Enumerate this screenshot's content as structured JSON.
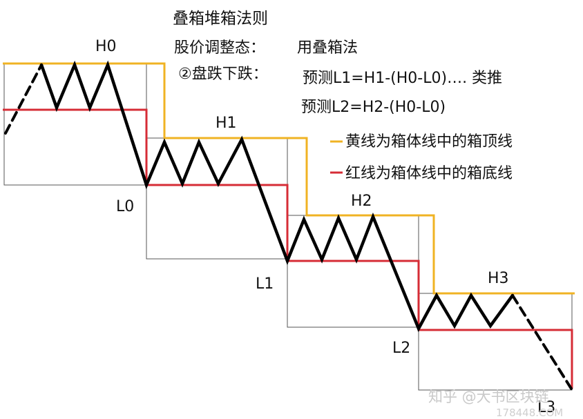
{
  "title": "叠箱堆箱法则",
  "notes": {
    "state_label": "股价调整态：",
    "state_method": "用叠箱法",
    "case_label": "②盘跌下跌：",
    "formula1": "预测L1=H1-(H0-L0)…. 类推",
    "formula2": "预测L2=H2-(H0-L0)"
  },
  "legend": {
    "yellow": "黄线为箱体线中的箱顶线",
    "red": "红线为箱体线中的箱底线"
  },
  "labels": {
    "H0": "H0",
    "H1": "H1",
    "H2": "H2",
    "H3": "H3",
    "L0": "L0",
    "L1": "L1",
    "L2": "L2",
    "L3": "L3"
  },
  "watermark": {
    "main": "知乎 @大书区块链",
    "sub": "178448.COM"
  },
  "colors": {
    "top_line": "#f0b323",
    "bottom_line": "#d62c36",
    "price_path": "#000000",
    "box_border": "#555555"
  }
}
